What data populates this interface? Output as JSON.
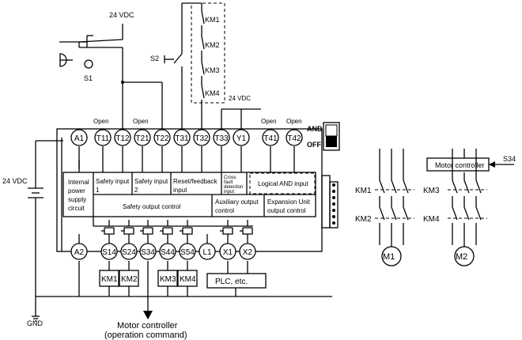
{
  "supply": {
    "left_vdc": "24 VDC",
    "top_vdc": "24 VDC",
    "t33_vdc": "24 VDC",
    "gnd": "GND"
  },
  "switches": {
    "s1": "S1",
    "s2": "S2"
  },
  "contacts": {
    "km1": "KM1",
    "km2": "KM2",
    "km3": "KM3",
    "km4": "KM4"
  },
  "open_labels": {
    "open1": "Open",
    "open2": "Open",
    "open3": "Open",
    "open4": "Open"
  },
  "top_terminals": [
    "A1",
    "T11",
    "T12",
    "T21",
    "T22",
    "T31",
    "T32",
    "T33",
    "Y1",
    "T41",
    "T42"
  ],
  "bottom_terminals": [
    "A2",
    "S14",
    "S24",
    "S34",
    "S44",
    "S54",
    "L1",
    "X1",
    "X2"
  ],
  "switch_labels": {
    "and": "AND",
    "off": "OFF"
  },
  "blocks": {
    "internal_power": [
      "Internal",
      "power",
      "supply",
      "circuit"
    ],
    "safety_input_1": [
      "Safety input",
      "1"
    ],
    "safety_input_2": [
      "Safety input",
      "2"
    ],
    "reset_feedback": [
      "Reset/feedback",
      "input"
    ],
    "cross_fault": [
      "Cross",
      "fault",
      "detection",
      "input"
    ],
    "logical_and": "Logical AND input",
    "safety_output": "Safety output control",
    "aux_output": [
      "Auxiliary output",
      "control"
    ],
    "expansion": [
      "Expansion Unit",
      "output control"
    ]
  },
  "loads": {
    "km1": "KM1",
    "km2": "KM2",
    "km3": "KM3",
    "km4": "KM4",
    "plc": "PLC, etc."
  },
  "motor_controller_caption": [
    "Motor controller",
    "(operation command)"
  ],
  "right_side": {
    "km1": "KM1",
    "km2": "KM2",
    "km3": "KM3",
    "km4": "KM4",
    "m1": "M1",
    "m2": "M2",
    "motor_controller": "Motor controller",
    "s34": "S34"
  }
}
